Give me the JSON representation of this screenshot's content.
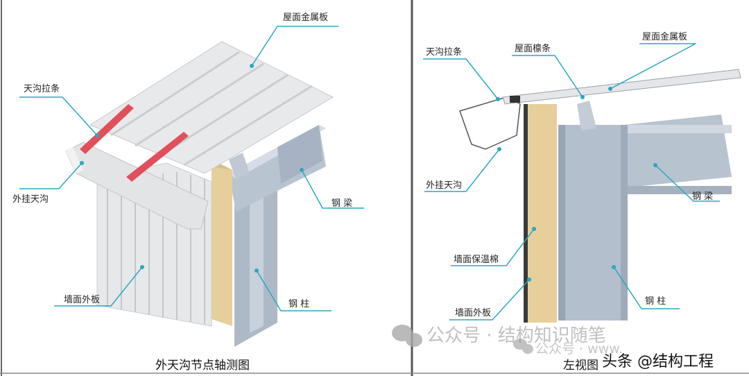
{
  "left_panel": {
    "caption": "外天沟节点轴测图",
    "labels": {
      "roof_panel": "屋面金属板",
      "gutter_tie": "天沟拉条",
      "external_gutter": "外挂天沟",
      "steel_beam": "钢 梁",
      "wall_outer_panel": "墙面外板",
      "steel_column": "钢 柱"
    }
  },
  "right_panel": {
    "caption": "左视图",
    "labels": {
      "gutter_tie": "天沟拉条",
      "roof_purlin": "屋面檩条",
      "roof_panel": "屋面金属板",
      "external_gutter": "外挂天沟",
      "steel_beam": "钢 梁",
      "wall_insulation": "墙面保温棉",
      "wall_outer_panel": "墙面外板",
      "steel_column": "钢 柱"
    }
  },
  "watermarks": {
    "public_account": "公众号 · 结构知识随笔",
    "public_account_small": "公众号 · www.",
    "toutiao": "头条 @结构工程"
  },
  "colors": {
    "leader": "#2aa7c2",
    "steel": "#b7c2cf",
    "panel": "#e9eaec",
    "insulation": "#e6cf9a",
    "tie": "#e0505a",
    "divider": "#555555"
  }
}
